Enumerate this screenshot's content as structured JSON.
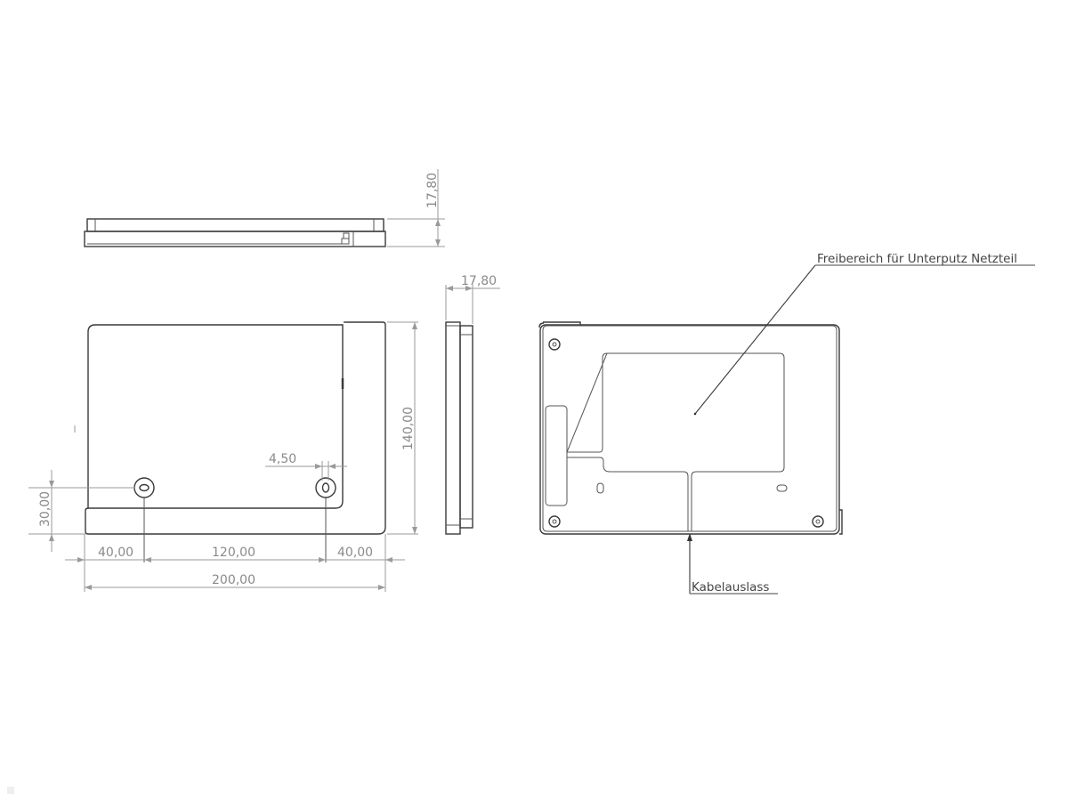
{
  "drawing": {
    "views": [
      "top-view",
      "front-view",
      "side-view",
      "back-view"
    ],
    "dimensions": {
      "top_height": "17,80",
      "side_depth": "17,80",
      "total_height": "140,00",
      "offset_small": "4,50",
      "hole_height": "30,00",
      "left_offset": "40,00",
      "hole_spacing": "120,00",
      "right_offset": "40,00",
      "total_width": "200,00"
    },
    "annotations": {
      "clearance_area": "Freibereich für Unterputz Netzteil",
      "cable_outlet": "Kabelauslass"
    },
    "colors": {
      "outline": "#3a3a3a",
      "dimension": "#9a9a9a",
      "background": "#ffffff"
    }
  }
}
